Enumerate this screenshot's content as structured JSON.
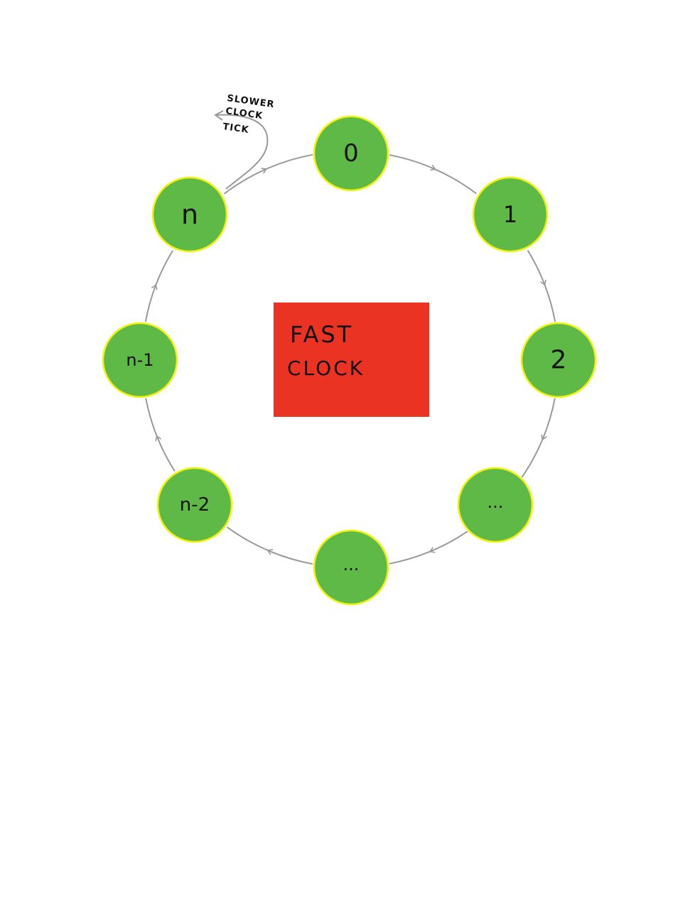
{
  "colors": {
    "node_fill": "#5fb946",
    "node_stroke": "#f2f20f",
    "arrow": "#999999",
    "fast_clock_fill": "#eb3323",
    "background": "#ffffff"
  },
  "nodes": [
    {
      "label": "0"
    },
    {
      "label": "1"
    },
    {
      "label": "2"
    },
    {
      "label": "..."
    },
    {
      "label": "..."
    },
    {
      "label": "n-2"
    },
    {
      "label": "n-1"
    },
    {
      "label": "n"
    }
  ],
  "center_box": {
    "line1": "FAST",
    "line2": "CLOCK"
  },
  "annotation": {
    "line1": "SLOWER",
    "line2": "CLOCK",
    "line3": "TICK"
  }
}
